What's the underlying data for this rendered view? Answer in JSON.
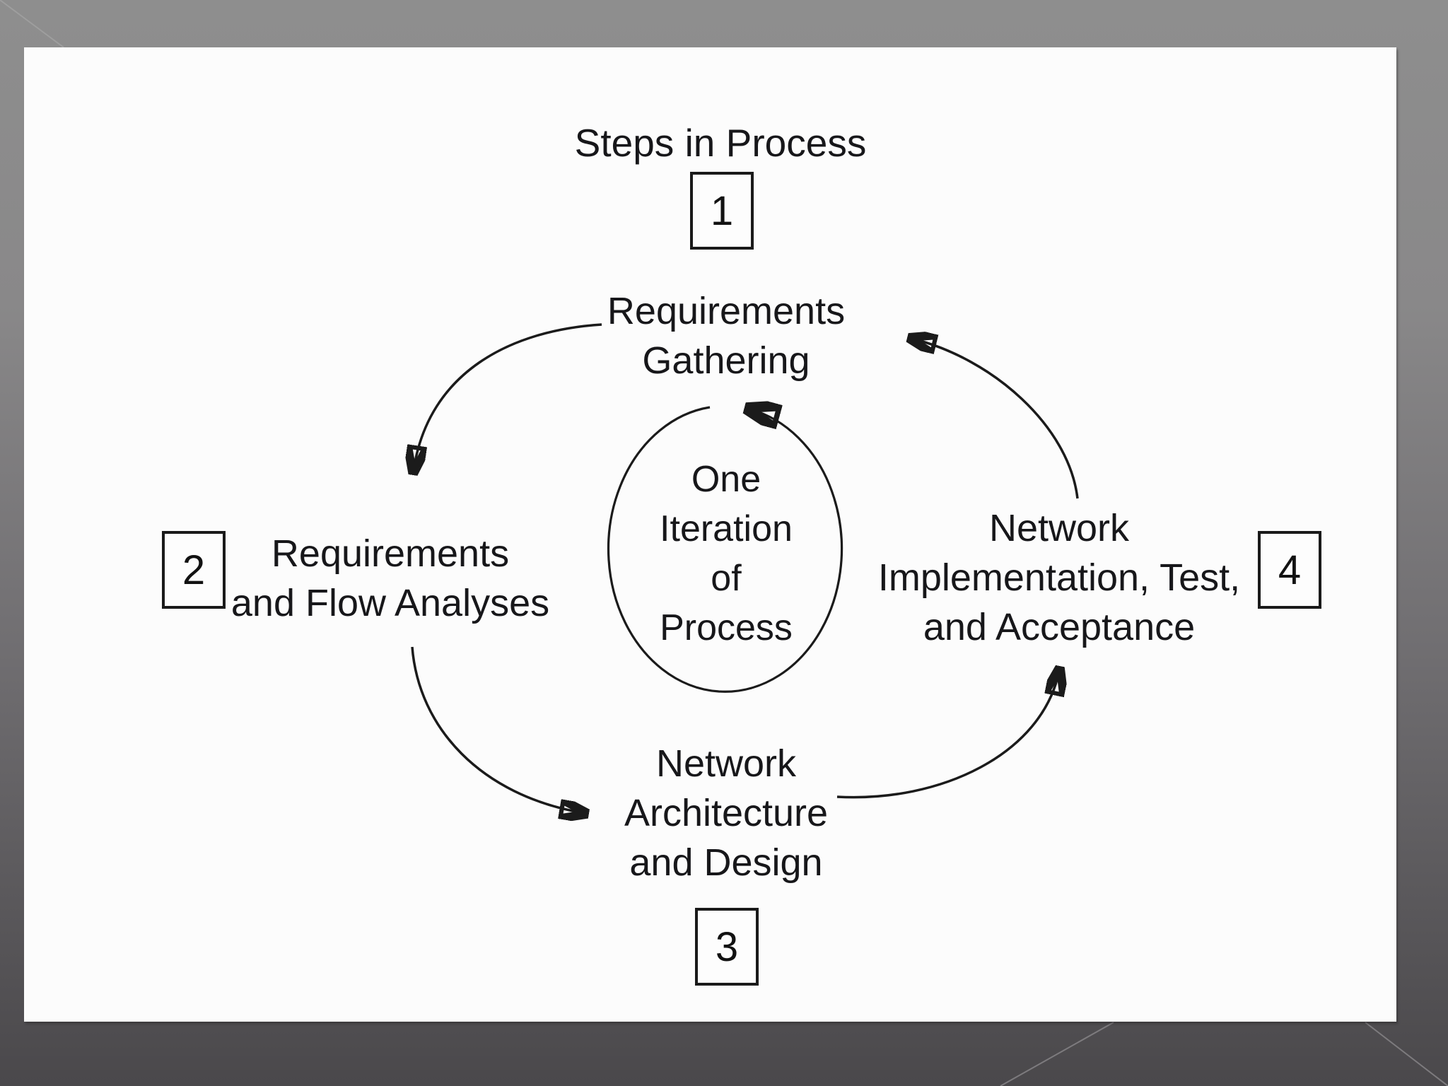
{
  "slide": {
    "title": "Steps in Process",
    "center": {
      "lines": [
        "One",
        "Iteration",
        "of",
        "Process"
      ],
      "arrow_direction": "counterclockwise"
    },
    "steps": [
      {
        "number": "1",
        "position": "top",
        "lines": [
          "Requirements",
          "Gathering"
        ]
      },
      {
        "number": "2",
        "position": "left",
        "lines": [
          "Requirements",
          "and Flow Analyses"
        ]
      },
      {
        "number": "3",
        "position": "bottom",
        "lines": [
          "Network",
          "Architecture",
          "and Design"
        ]
      },
      {
        "number": "4",
        "position": "right",
        "lines": [
          "Network",
          "Implementation, Test,",
          "and Acceptance"
        ]
      }
    ],
    "flow": [
      "1→2",
      "2→3",
      "3→4",
      "4→1"
    ],
    "colors": {
      "background_top": "#8e8e8e",
      "background_bottom": "#4a484b",
      "slide_background": "#fcfcfc",
      "ink": "#1a1a1a"
    }
  }
}
